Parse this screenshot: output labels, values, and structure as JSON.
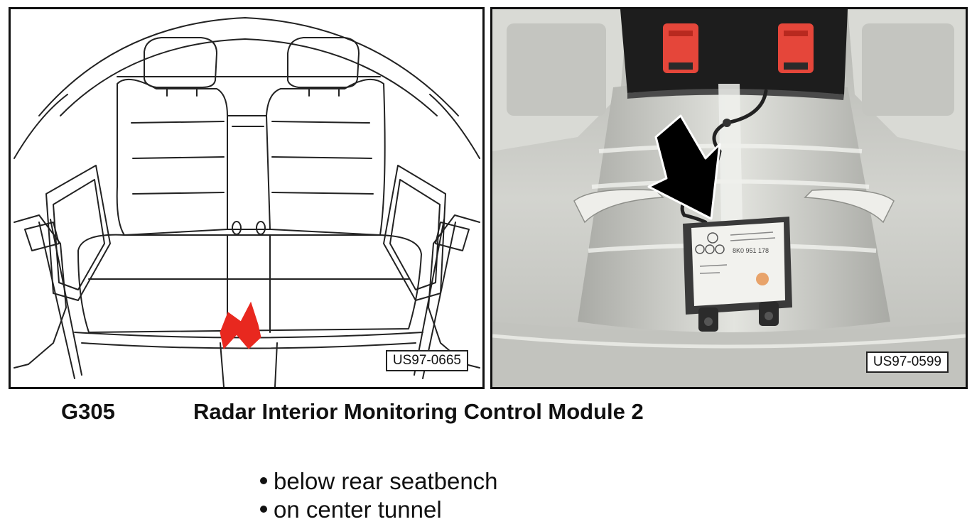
{
  "figures": [
    {
      "reference": "US97-0665"
    },
    {
      "reference": "US97-0599"
    }
  ],
  "component": {
    "code": "G305",
    "name": "Radar Interior Monitoring Control Module 2"
  },
  "locations": [
    "below rear seatbench",
    "on center tunnel"
  ],
  "colors": {
    "arrow_left": "#e8281f",
    "arrow_right": "#000000",
    "belt_buckle": "#e5463a"
  },
  "module_label": {
    "part_number": "8K0 951 178"
  }
}
